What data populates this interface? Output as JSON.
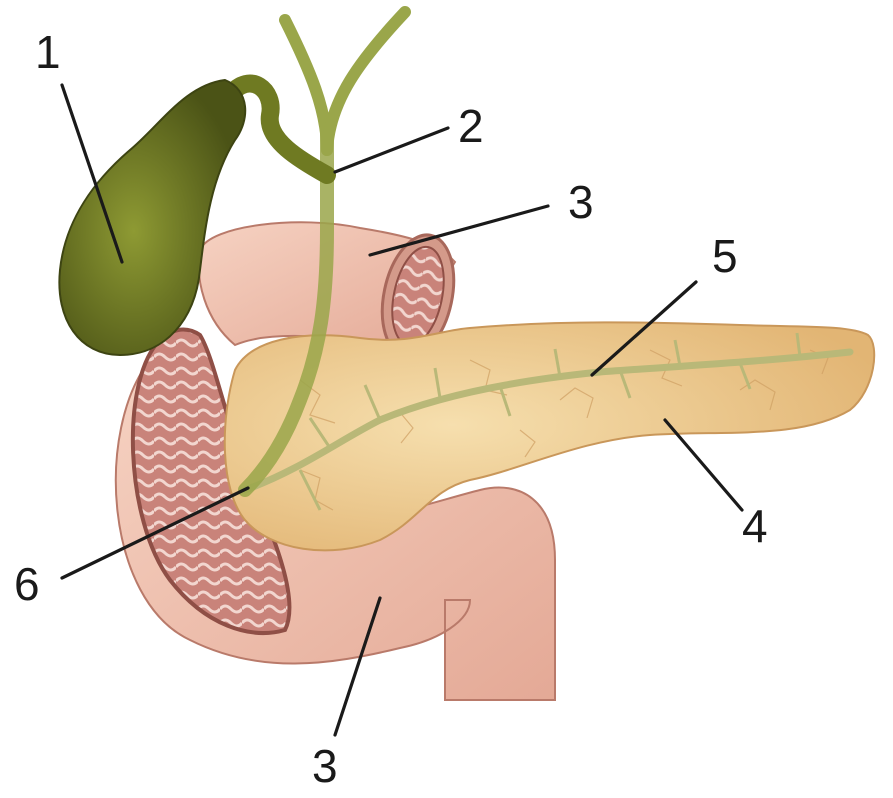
{
  "colors": {
    "gallbladder": "#6f7a22",
    "gallbladder_dark": "#4b5316",
    "bile_duct": "#9aa64a",
    "duodenum": "#f0c2b0",
    "duodenum_dark": "#c98a7c",
    "mucosa": "#b86a62",
    "pancreas": "#efcf96",
    "pancreas_dark": "#d9a864",
    "pancreatic_duct": "#b9b878"
  },
  "labels": [
    {
      "id": "1",
      "text": "1"
    },
    {
      "id": "2",
      "text": "2"
    },
    {
      "id": "3a",
      "text": "3"
    },
    {
      "id": "5",
      "text": "5"
    },
    {
      "id": "4",
      "text": "4"
    },
    {
      "id": "6",
      "text": "6"
    },
    {
      "id": "3b",
      "text": "3"
    }
  ]
}
